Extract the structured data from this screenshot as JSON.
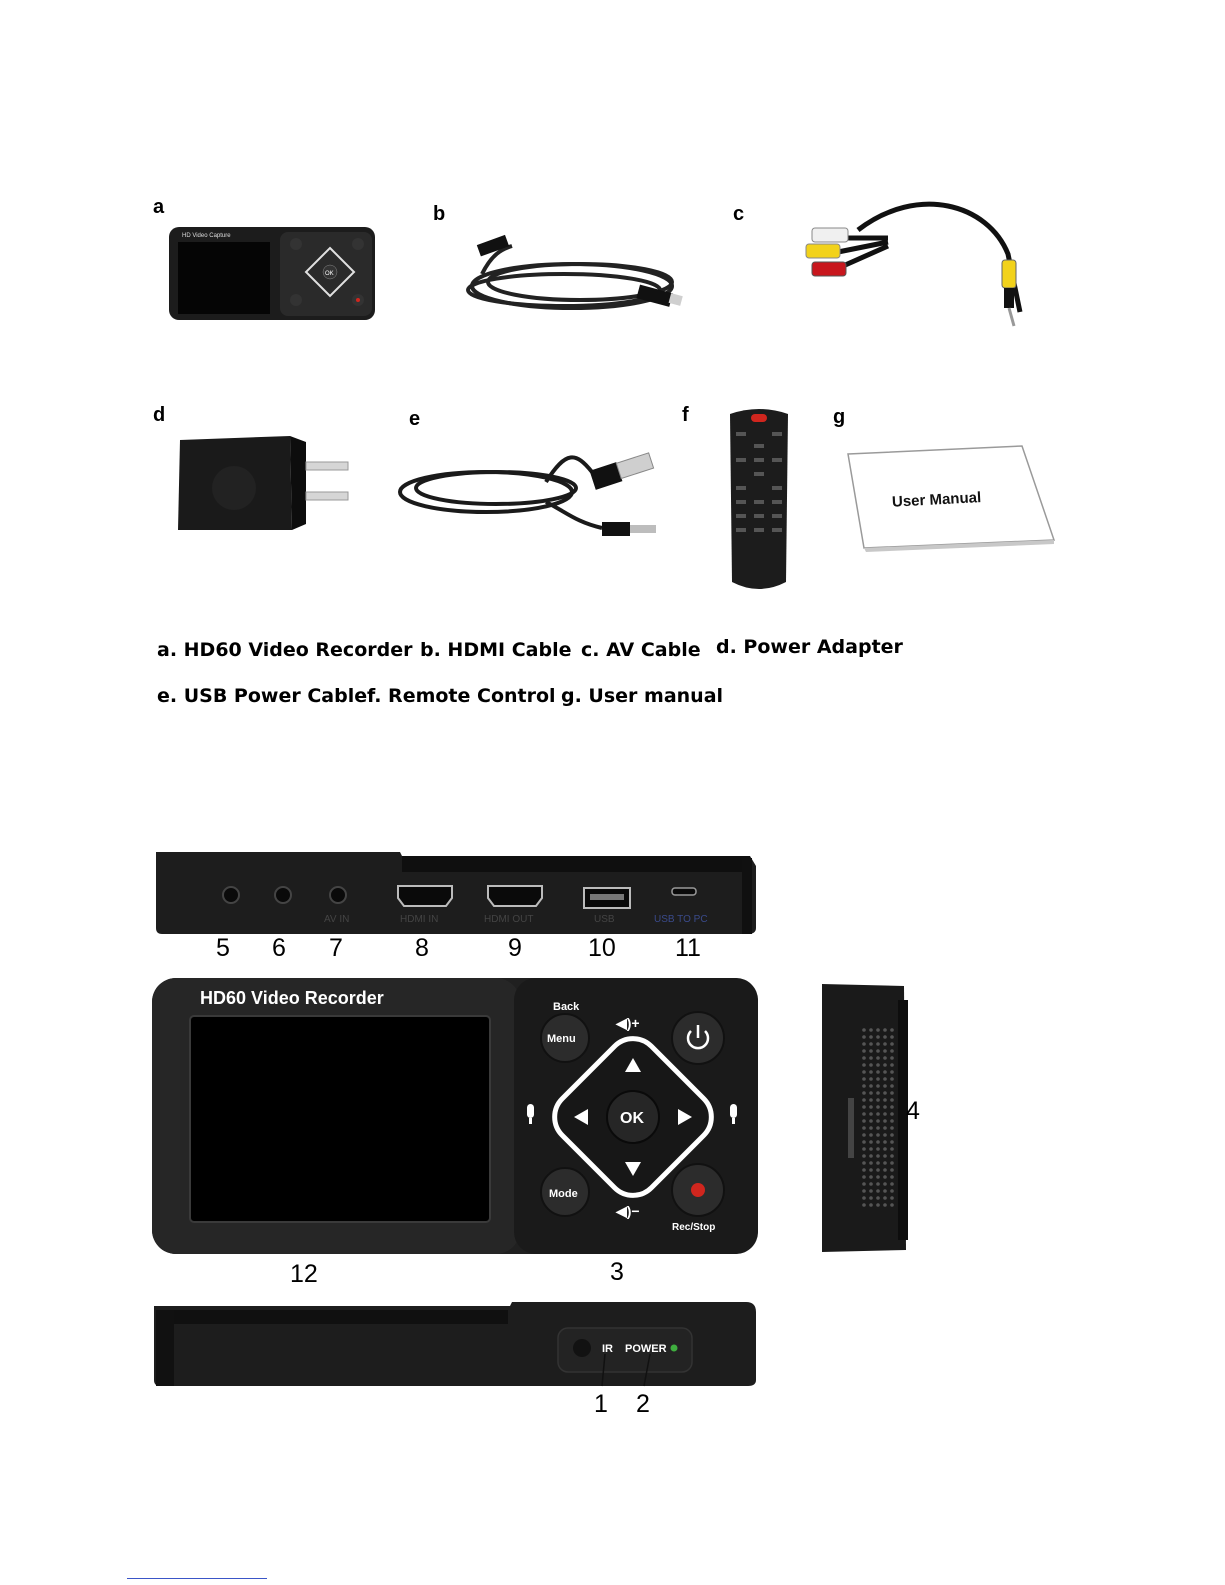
{
  "accessories": {
    "items": [
      {
        "letter": "a",
        "name": "HD60 Video Recorder"
      },
      {
        "letter": "b",
        "name": "HDMI Cable"
      },
      {
        "letter": "c",
        "name": "AV Cable"
      },
      {
        "letter": "d",
        "name": "Power Adapter"
      },
      {
        "letter": "e",
        "name": "USB Power Cable"
      },
      {
        "letter": "f",
        "name": "Remote Control"
      },
      {
        "letter": "g",
        "name": "User manual"
      }
    ],
    "captions": [
      "a.  HD60 Video Recorder",
      "b.  HDMI Cable",
      "c.  AV Cable",
      "d. Power Adapter",
      "e.  USB Power Cable",
      "f. Remote  Control",
      "g. User manual"
    ],
    "manual_card_text": "User Manual",
    "mini_device_title": "HD Video Capture"
  },
  "device": {
    "title": "HD60 Video Recorder",
    "buttons": {
      "back": "Back",
      "menu": "Menu",
      "ok": "OK",
      "mode": "Mode",
      "rec_stop": "Rec/Stop",
      "vol_up": "◀)+",
      "vol_down": "◀)−"
    },
    "ports": [
      "",
      "",
      "AV IN",
      "HDMI IN",
      "HDMI OUT",
      "USB",
      "USB TO PC"
    ],
    "front_labels": {
      "ir": "IR",
      "power": "POWER"
    },
    "numbers": [
      "1",
      "2",
      "3",
      "4",
      "5",
      "6",
      "7",
      "8",
      "9",
      "10",
      "11",
      "12"
    ]
  },
  "colors": {
    "device_body": "#1c1c1c",
    "screen": "#000000",
    "rec_red": "#d0261e",
    "power_led": "#3fae3f",
    "rca_red": "#c8161d",
    "rca_yellow": "#f2d21a",
    "rca_white": "#f0f0f0"
  }
}
